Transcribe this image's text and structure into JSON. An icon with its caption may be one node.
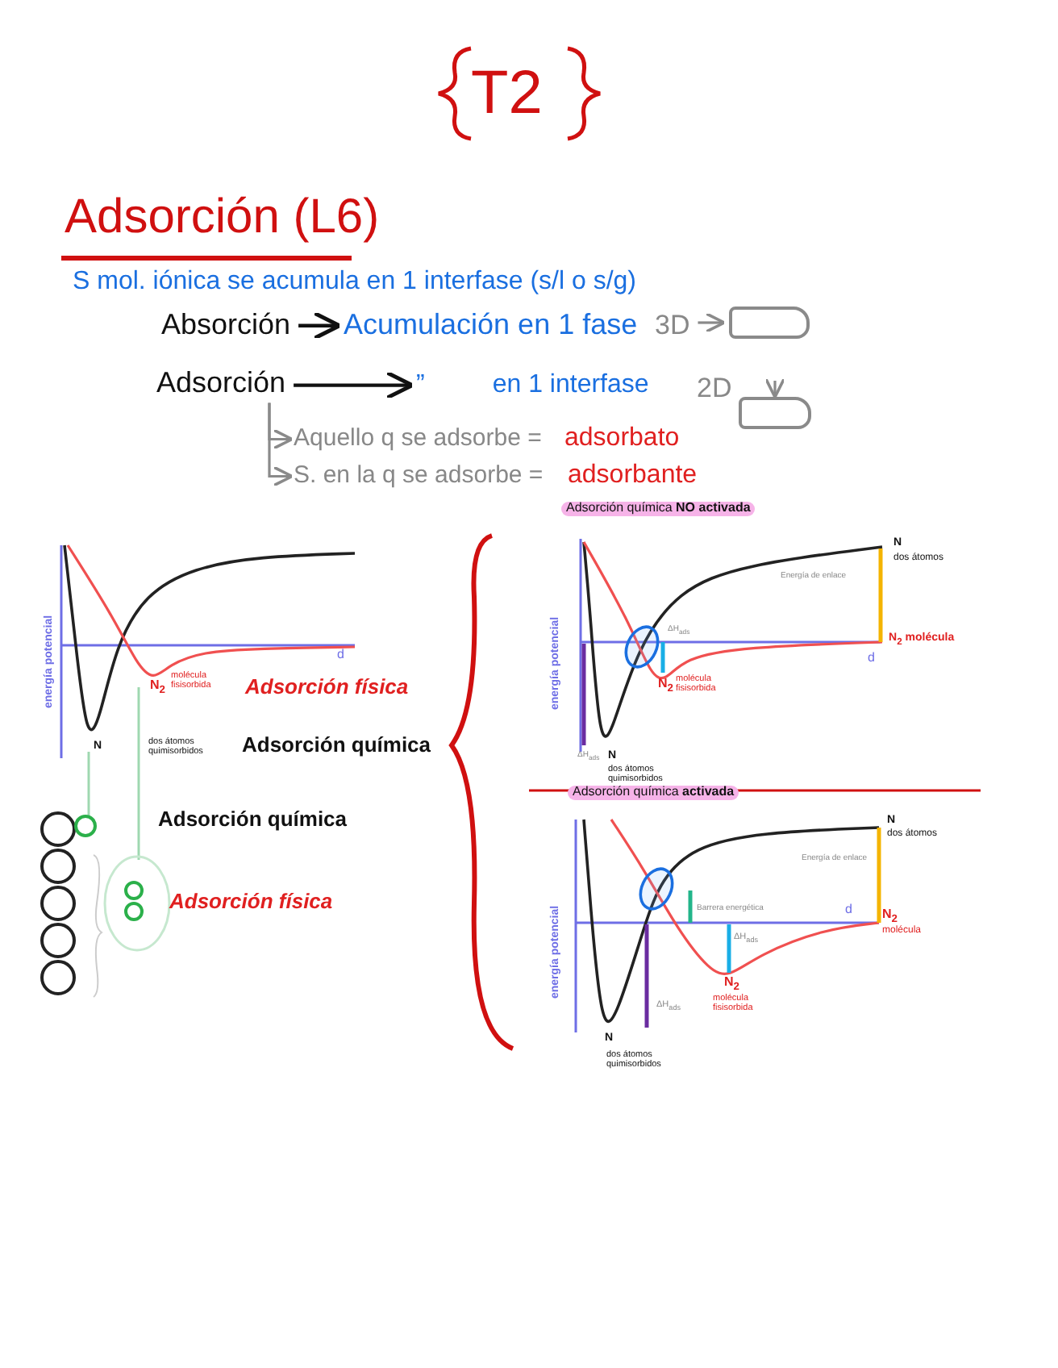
{
  "diagram": {
    "title": "T2",
    "nodes": [
      {
        "text": [
          "Absorción"
        ]
      },
      {
        "text": [
          "Acumulación en 1 fase"
        ]
      },
      {
        "text": [
          "Adsorción"
        ]
      },
      {
        "text": [
          "”",
          "en 1 interfase"
        ]
      },
      {
        "text": [
          "3D"
        ]
      },
      {
        "text": [],
        "shape": "box"
      },
      {
        "text": [],
        "shape": "box"
      },
      {
        "text": [
          "Aquello q se adsorbe ="
        ]
      },
      {
        "text": [
          "S. en la q se adsorbe ="
        ]
      }
    ],
    "edges": [
      {
        "from": 0,
        "to": 1,
        "arrow": "to",
        "color": "#111111"
      },
      {
        "from": 2,
        "to": 3,
        "arrow": "to",
        "color": "#111111"
      },
      {
        "from": 4,
        "to": 5,
        "arrow": "to"
      },
      {
        "from": null,
        "to": 6,
        "arrow": "to"
      },
      {
        "from": 2,
        "to": 7,
        "arrow": "to"
      },
      {
        "from": 2,
        "to": 8,
        "arrow": "to"
      }
    ],
    "labels": [
      "Adsorción (L6)",
      "S mol. iónica se acumula en 1 interfase (s/l o s/g)",
      "2D",
      "adsorbato",
      "adsorbante",
      "energía potencial",
      "d",
      "N$_{2}$",
      "molécula fisisorbida",
      "Adsorción física",
      "N",
      "dos átomos quimisorbidos",
      "Adsorción química",
      "Adsorción química",
      "Adsorción física",
      "Adsorción química **NO activada**",
      "energía potencial",
      "N",
      "dos átomos",
      "Energía de enlace",
      "ΔH$_{ads}$",
      "N$_{2}$ molécula",
      "d",
      "N$_{2}$",
      "molécula fisisorbida",
      "ΔH$_{ads}$",
      "N",
      "dos átomos quimisorbidos",
      "Adsorción química **activada**",
      "N",
      "dos átomos",
      "Energía de enlace",
      "Barrera energética",
      "energía potencial",
      "d",
      "N$_{2}$",
      "molécula",
      "ΔH$_{ads}$",
      "ΔH$_{ads}$",
      "N$_{2}$",
      "molécula fisisorbida",
      "N",
      "dos átomos quimisorbidos"
    ]
  }
}
